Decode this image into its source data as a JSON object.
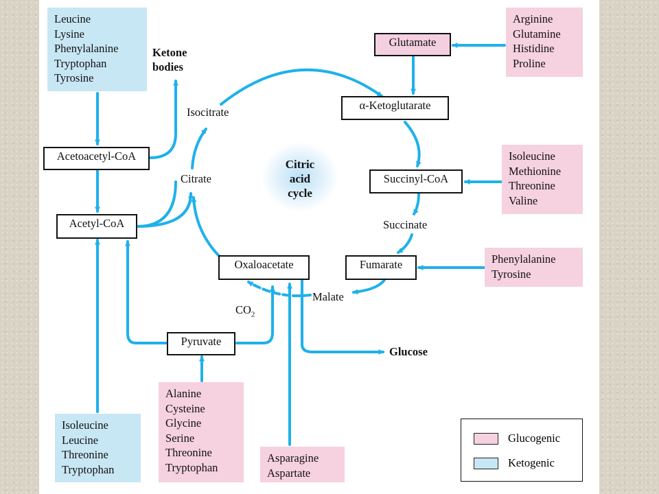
{
  "colors": {
    "arrow": "#1fb1ea",
    "glucogenic": "#f6d1e0",
    "ketogenic": "#c8e7f5"
  },
  "intermediates": {
    "glutamate": "Glutamate",
    "alpha_ketoglutarate": "α-Ketoglutarate",
    "succinyl_coa": "Succinyl-CoA",
    "fumarate": "Fumarate",
    "oxaloacetate": "Oxaloacetate",
    "acetoacetyl_coa": "Acetoacetyl-CoA",
    "acetyl_coa": "Acetyl-CoA",
    "pyruvate": "Pyruvate"
  },
  "labels": {
    "ketone_bodies": [
      "Ketone",
      "bodies"
    ],
    "isocitrate": "Isocitrate",
    "citrate": "Citrate",
    "succinate": "Succinate",
    "malate": "Malate",
    "co2_main": "CO",
    "co2_sub": "2",
    "glucose": "Glucose",
    "cycle": [
      "Citric",
      "acid",
      "cycle"
    ]
  },
  "amino_acid_groups": {
    "top_left_ketogenic": [
      "Leucine",
      "Lysine",
      "Phenylalanine",
      "Tryptophan",
      "Tyrosine"
    ],
    "glutamate_sources": [
      "Arginine",
      "Glutamine",
      "Histidine",
      "Proline"
    ],
    "succinyl_sources": [
      "Isoleucine",
      "Methionine",
      "Threonine",
      "Valine"
    ],
    "fumarate_sources": [
      "Phenylalanine",
      "Tyrosine"
    ],
    "pyruvate_sources": [
      "Alanine",
      "Cysteine",
      "Glycine",
      "Serine",
      "Threonine",
      "Tryptophan"
    ],
    "oxaloacetate_sources": [
      "Asparagine",
      "Aspartate"
    ],
    "acetyl_sources": [
      "Isoleucine",
      "Leucine",
      "Threonine",
      "Tryptophan"
    ]
  },
  "legend": {
    "glucogenic": "Glucogenic",
    "ketogenic": "Ketogenic"
  }
}
